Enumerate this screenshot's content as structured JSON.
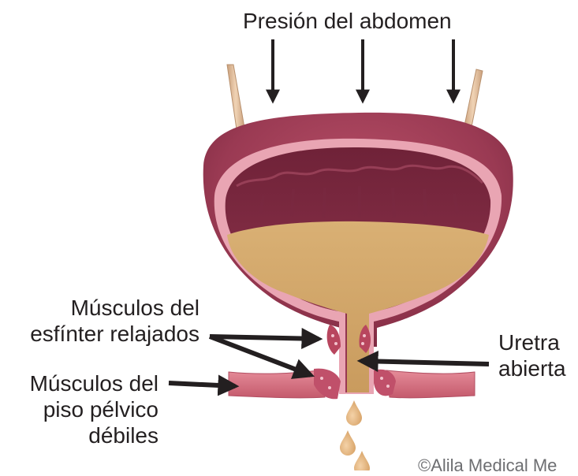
{
  "labels": {
    "title": "Presión del abdomen",
    "relaxed_sphincter_line1": "Músculos del",
    "relaxed_sphincter_line2": "esfínter relajados",
    "weak_pelvic_line1": "Músculos del",
    "weak_pelvic_line2": "piso pélvico",
    "weak_pelvic_line3": "débiles",
    "urethra_line1": "Uretra",
    "urethra_line2": "abierta"
  },
  "credit": "©Alila Medical Me",
  "colors": {
    "bladder_wall": "#9d3d55",
    "bladder_wall_light": "#e9a5b3",
    "bladder_interior": "#8c2f48",
    "urine": "#d5a96c",
    "pelvic_floor": "#d66f7f",
    "ureter": "#d6ae88",
    "arrow": "#231f20"
  }
}
